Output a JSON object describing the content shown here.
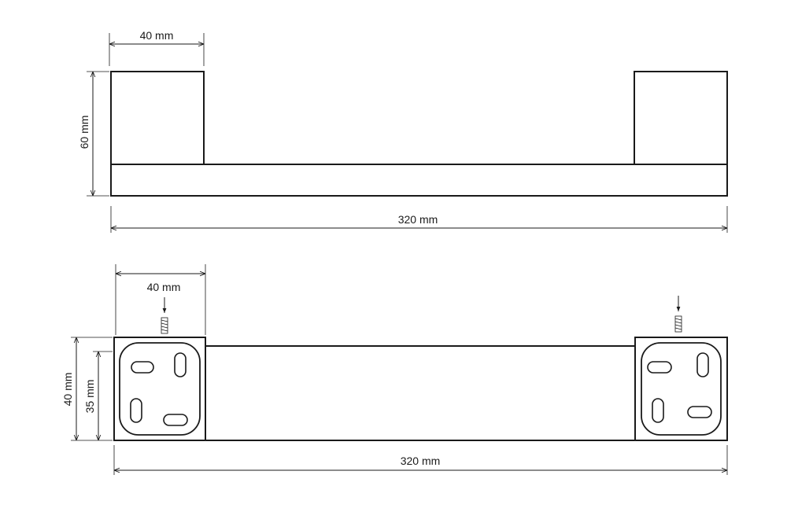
{
  "side_view": {
    "width_label": "40 mm",
    "height_label": "60 mm",
    "length_label": "320 mm"
  },
  "top_view": {
    "width_label": "40 mm",
    "depth_label": "40 mm",
    "plate_label": "35 mm",
    "length_label": "320 mm"
  }
}
